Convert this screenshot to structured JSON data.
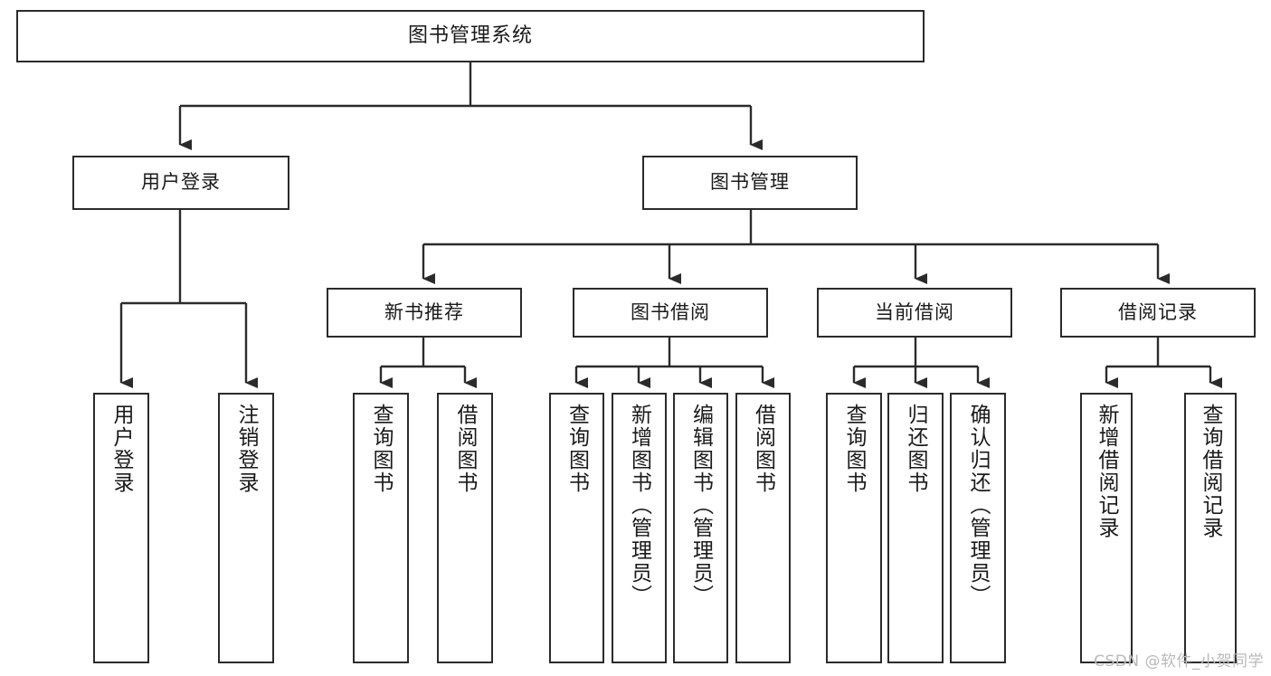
{
  "diagram": {
    "title": "图书管理系统",
    "type": "tree-hierarchy",
    "watermark": "CSDN @软件_小贺同学",
    "colors": {
      "background": "#ffffff",
      "border": "#2b2b2b",
      "text": "#1a1a1a",
      "edge": "#2b2b2b",
      "watermark": "#b9b9b9"
    },
    "root": {
      "label": "图书管理系统"
    },
    "level2": [
      {
        "id": "user-login",
        "label": "用户登录"
      },
      {
        "id": "book-manage",
        "label": "图书管理"
      }
    ],
    "level3": [
      {
        "id": "new-book-recommend",
        "label": "新书推荐"
      },
      {
        "id": "book-borrow",
        "label": "图书借阅"
      },
      {
        "id": "current-borrow",
        "label": "当前借阅"
      },
      {
        "id": "borrow-record",
        "label": "借阅记录"
      }
    ],
    "leaves": {
      "user_login": [
        {
          "id": "leaf-user-login",
          "label": "用户登录"
        },
        {
          "id": "leaf-logout-login",
          "label": "注销登录"
        }
      ],
      "new_book_recommend": [
        {
          "id": "leaf-query-book-1",
          "label": "查询图书"
        },
        {
          "id": "leaf-borrow-book-1",
          "label": "借阅图书"
        }
      ],
      "book_borrow": [
        {
          "id": "leaf-query-book-2",
          "label": "查询图书"
        },
        {
          "id": "leaf-add-book",
          "label": "新增图书（管理员）"
        },
        {
          "id": "leaf-edit-book",
          "label": "编辑图书（管理员）"
        },
        {
          "id": "leaf-borrow-book-2",
          "label": "借阅图书"
        }
      ],
      "current_borrow": [
        {
          "id": "leaf-query-book-3",
          "label": "查询图书"
        },
        {
          "id": "leaf-return-book",
          "label": "归还图书"
        },
        {
          "id": "leaf-confirm-return",
          "label": "确认归还（管理员）"
        }
      ],
      "borrow_record": [
        {
          "id": "leaf-add-borrow-record",
          "label": "新增借阅记录"
        },
        {
          "id": "leaf-query-borrow-record",
          "label": "查询借阅记录"
        }
      ]
    }
  }
}
